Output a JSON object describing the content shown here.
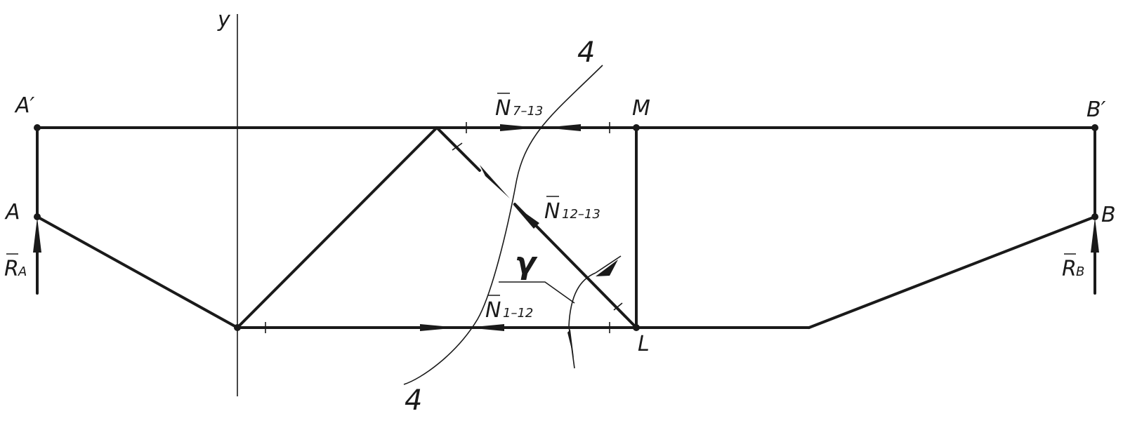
{
  "labels": {
    "axis_y": "y",
    "A_prime": "A′",
    "A": "A",
    "M": "M",
    "B_prime": "B′",
    "B": "B",
    "L": "L",
    "gamma": "γ",
    "section_top": "4",
    "section_bottom": "4"
  },
  "forces": {
    "RA": {
      "symbol": "R",
      "sub": "A"
    },
    "RB": {
      "symbol": "R",
      "sub": "B"
    },
    "N7_13": {
      "symbol": "N",
      "sub": "7–13"
    },
    "N12_13": {
      "symbol": "N",
      "sub": "12–13"
    },
    "N1_12": {
      "symbol": "N",
      "sub": "1–12"
    }
  },
  "colors": {
    "ink": "#1a1a1a",
    "background": "#ffffff"
  }
}
